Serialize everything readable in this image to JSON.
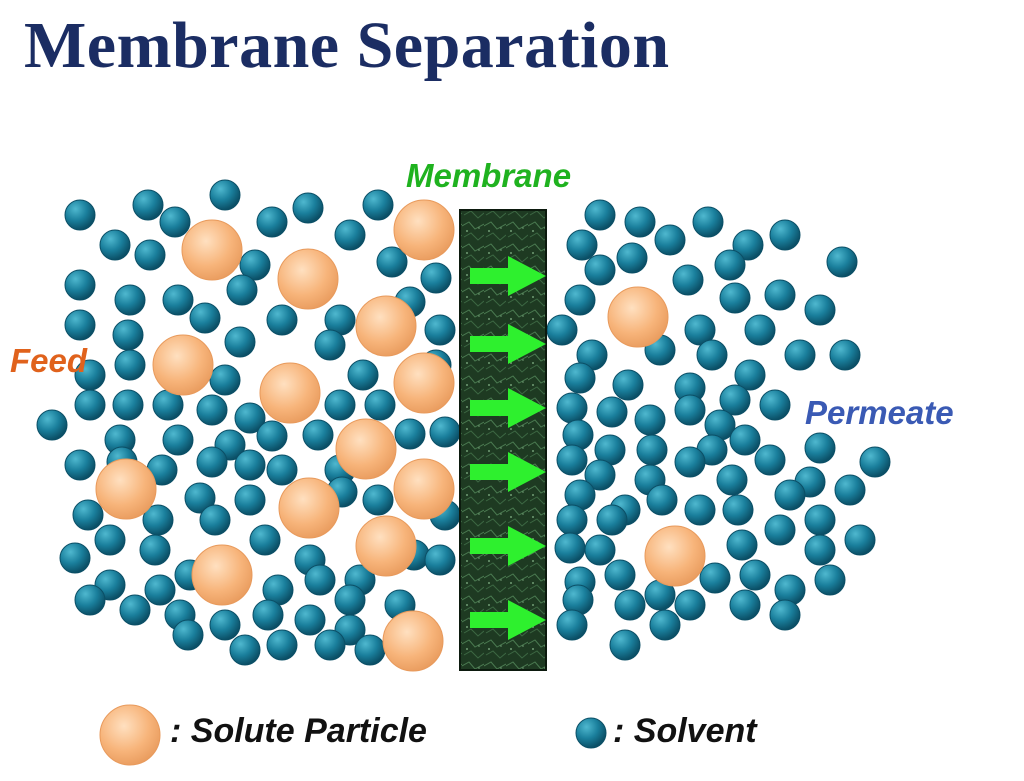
{
  "title": "Membrane Separation",
  "labels": {
    "membrane": "Membrane",
    "feed": "Feed",
    "permeate": "Permeate"
  },
  "legend": {
    "solute": ": Solute Particle",
    "solvent": ": Solvent"
  },
  "colors": {
    "title": "#1b2d63",
    "membrane_label": "#1fb21f",
    "feed_label": "#e0621c",
    "permeate_label": "#3a5ab4",
    "solvent": "#1a7f9c",
    "solute": "#f7b47a",
    "membrane": "#1e3a22",
    "arrow": "#2ef02e"
  },
  "icons": {
    "solvent": "solvent-molecule-icon",
    "solute": "solute-particle-icon",
    "arrow": "right-arrow-icon"
  },
  "arrow_count": 6
}
